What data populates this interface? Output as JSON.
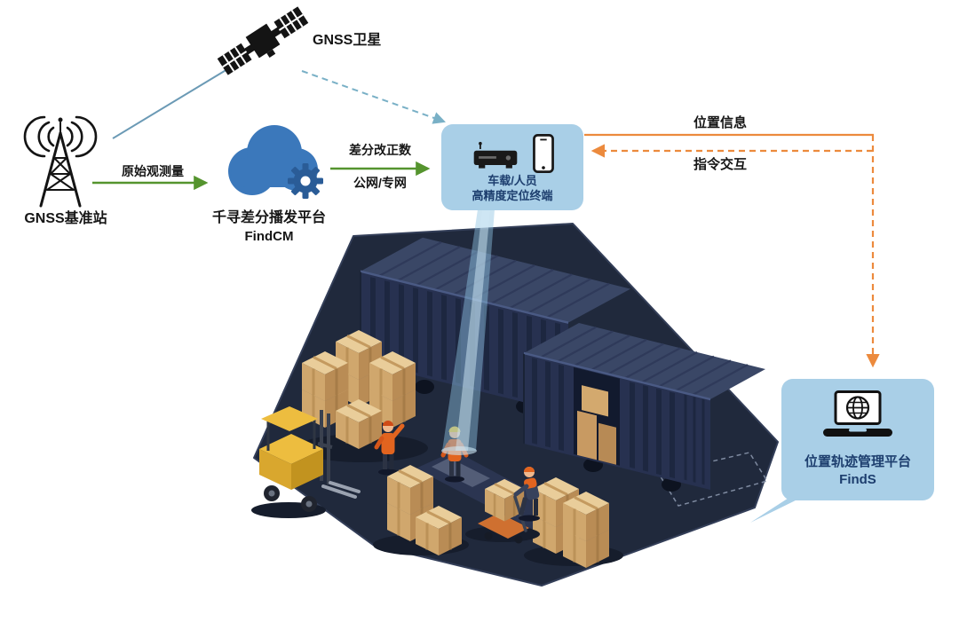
{
  "labels": {
    "satellite": "GNSS卫星",
    "base_station": "GNSS基准站",
    "raw_observation": "原始观测量",
    "cloud_platform_name": "千寻差分播发平台",
    "cloud_platform_product": "FindCM",
    "correction_data": "差分改正数",
    "network_type": "公网/专网",
    "position_info": "位置信息",
    "command_interaction": "指令交互"
  },
  "cards": {
    "terminal": {
      "line1": "车载/人员",
      "line2": "高精度定位终端"
    },
    "platform": {
      "line1": "位置轨迹管理平台",
      "line2": "FindS"
    }
  },
  "icons": {
    "satellite": "gnss-satellite-icon",
    "base_station": "radio-tower-icon",
    "cloud": "cloud-gear-icon",
    "terminal_receiver": "vehicle-terminal-icon",
    "terminal_phone": "smartphone-icon",
    "platform": "laptop-globe-icon",
    "scene": "warehouse-illustration"
  },
  "colors": {
    "arrow_green": "#55942e",
    "arrow_orange": "#ec8a3d",
    "satellite_link_blue": "#6b9ab5",
    "satellite_link_dashed": "#79b0c6",
    "card_background": "#a9cfe7",
    "card_text": "#1d3e6e",
    "cloud_blue": "#3b78bb",
    "platform_dark": "#20293c",
    "container_navy": "#273150",
    "crate_tan": "#d9b77f"
  }
}
